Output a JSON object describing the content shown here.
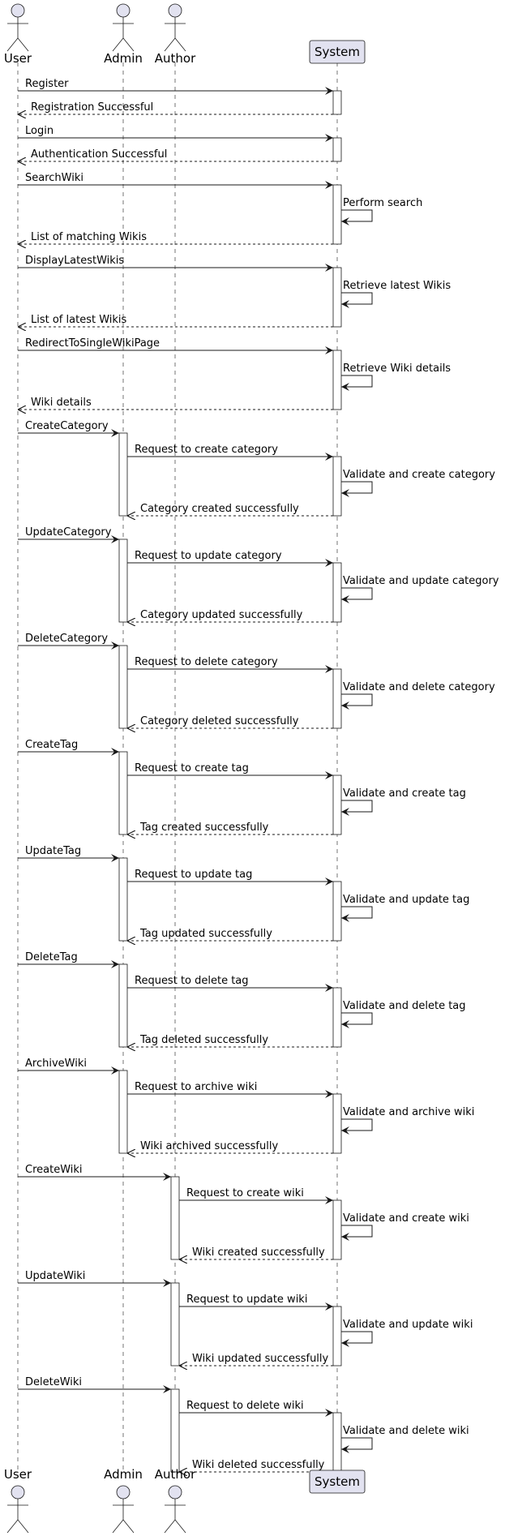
{
  "participants": [
    {
      "id": "user",
      "name": "User",
      "kind": "actor"
    },
    {
      "id": "admin",
      "name": "Admin",
      "kind": "actor"
    },
    {
      "id": "author",
      "name": "Author",
      "kind": "actor"
    },
    {
      "id": "system",
      "name": "System",
      "kind": "box"
    }
  ],
  "colors": {
    "actor_fill": "#e2e2f0",
    "actor_stroke": "#181818",
    "lifeline": "#181818",
    "activation_fill": "#ffffff",
    "arrow": "#181818"
  },
  "messages": [
    {
      "from": "user",
      "to": "system",
      "label": "Register",
      "style": "sync"
    },
    {
      "from": "system",
      "to": "user",
      "label": "Registration Successful",
      "style": "return"
    },
    {
      "from": "user",
      "to": "system",
      "label": "Login",
      "style": "sync"
    },
    {
      "from": "system",
      "to": "user",
      "label": "Authentication Successful",
      "style": "return"
    },
    {
      "from": "user",
      "to": "system",
      "label": "SearchWiki",
      "style": "sync"
    },
    {
      "from": "system",
      "to": "system",
      "label": "Perform search",
      "style": "self"
    },
    {
      "from": "system",
      "to": "user",
      "label": "List of matching Wikis",
      "style": "return"
    },
    {
      "from": "user",
      "to": "system",
      "label": "DisplayLatestWikis",
      "style": "sync"
    },
    {
      "from": "system",
      "to": "system",
      "label": "Retrieve latest Wikis",
      "style": "self"
    },
    {
      "from": "system",
      "to": "user",
      "label": "List of latest Wikis",
      "style": "return"
    },
    {
      "from": "user",
      "to": "system",
      "label": "RedirectToSingleWikiPage",
      "style": "sync"
    },
    {
      "from": "system",
      "to": "system",
      "label": "Retrieve Wiki details",
      "style": "self"
    },
    {
      "from": "system",
      "to": "user",
      "label": "Wiki details",
      "style": "return"
    },
    {
      "from": "user",
      "to": "admin",
      "label": "CreateCategory",
      "style": "sync"
    },
    {
      "from": "admin",
      "to": "system",
      "label": "Request to create category",
      "style": "sync"
    },
    {
      "from": "system",
      "to": "system",
      "label": "Validate and create category",
      "style": "self"
    },
    {
      "from": "system",
      "to": "admin",
      "label": "Category created successfully",
      "style": "return"
    },
    {
      "from": "user",
      "to": "admin",
      "label": "UpdateCategory",
      "style": "sync"
    },
    {
      "from": "admin",
      "to": "system",
      "label": "Request to update category",
      "style": "sync"
    },
    {
      "from": "system",
      "to": "system",
      "label": "Validate and update category",
      "style": "self"
    },
    {
      "from": "system",
      "to": "admin",
      "label": "Category updated successfully",
      "style": "return"
    },
    {
      "from": "user",
      "to": "admin",
      "label": "DeleteCategory",
      "style": "sync"
    },
    {
      "from": "admin",
      "to": "system",
      "label": "Request to delete category",
      "style": "sync"
    },
    {
      "from": "system",
      "to": "system",
      "label": "Validate and delete category",
      "style": "self"
    },
    {
      "from": "system",
      "to": "admin",
      "label": "Category deleted successfully",
      "style": "return"
    },
    {
      "from": "user",
      "to": "admin",
      "label": "CreateTag",
      "style": "sync"
    },
    {
      "from": "admin",
      "to": "system",
      "label": "Request to create tag",
      "style": "sync"
    },
    {
      "from": "system",
      "to": "system",
      "label": "Validate and create tag",
      "style": "self"
    },
    {
      "from": "system",
      "to": "admin",
      "label": "Tag created successfully",
      "style": "return"
    },
    {
      "from": "user",
      "to": "admin",
      "label": "UpdateTag",
      "style": "sync"
    },
    {
      "from": "admin",
      "to": "system",
      "label": "Request to update tag",
      "style": "sync"
    },
    {
      "from": "system",
      "to": "system",
      "label": "Validate and update tag",
      "style": "self"
    },
    {
      "from": "system",
      "to": "admin",
      "label": "Tag updated successfully",
      "style": "return"
    },
    {
      "from": "user",
      "to": "admin",
      "label": "DeleteTag",
      "style": "sync"
    },
    {
      "from": "admin",
      "to": "system",
      "label": "Request to delete tag",
      "style": "sync"
    },
    {
      "from": "system",
      "to": "system",
      "label": "Validate and delete tag",
      "style": "self"
    },
    {
      "from": "system",
      "to": "admin",
      "label": "Tag deleted successfully",
      "style": "return"
    },
    {
      "from": "user",
      "to": "admin",
      "label": "ArchiveWiki",
      "style": "sync"
    },
    {
      "from": "admin",
      "to": "system",
      "label": "Request to archive wiki",
      "style": "sync"
    },
    {
      "from": "system",
      "to": "system",
      "label": "Validate and archive wiki",
      "style": "self"
    },
    {
      "from": "system",
      "to": "admin",
      "label": "Wiki archived successfully",
      "style": "return"
    },
    {
      "from": "user",
      "to": "author",
      "label": "CreateWiki",
      "style": "sync"
    },
    {
      "from": "author",
      "to": "system",
      "label": "Request to create wiki",
      "style": "sync"
    },
    {
      "from": "system",
      "to": "system",
      "label": "Validate and create wiki",
      "style": "self"
    },
    {
      "from": "system",
      "to": "author",
      "label": "Wiki created successfully",
      "style": "return"
    },
    {
      "from": "user",
      "to": "author",
      "label": "UpdateWiki",
      "style": "sync"
    },
    {
      "from": "author",
      "to": "system",
      "label": "Request to update wiki",
      "style": "sync"
    },
    {
      "from": "system",
      "to": "system",
      "label": "Validate and update wiki",
      "style": "self"
    },
    {
      "from": "system",
      "to": "author",
      "label": "Wiki updated successfully",
      "style": "return"
    },
    {
      "from": "user",
      "to": "author",
      "label": "DeleteWiki",
      "style": "sync"
    },
    {
      "from": "author",
      "to": "system",
      "label": "Request to delete wiki",
      "style": "sync"
    },
    {
      "from": "system",
      "to": "system",
      "label": "Validate and delete wiki",
      "style": "self"
    },
    {
      "from": "system",
      "to": "author",
      "label": "Wiki deleted successfully",
      "style": "return"
    }
  ]
}
